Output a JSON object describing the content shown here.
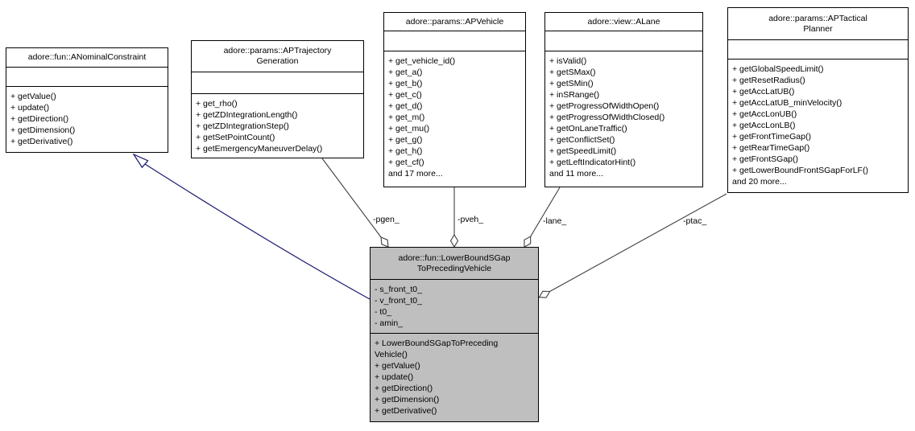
{
  "diagram": {
    "kind": "uml-collaboration-diagram",
    "colors": {
      "background": "#ffffff",
      "node_fill": "#ffffff",
      "highlight_fill": "#bfbfbf",
      "border": "#000000",
      "aggregation_edge": "#3f3f3f",
      "inheritance_edge": "#191970"
    },
    "classes": [
      {
        "name": "adore::fun::ANominalConstraint",
        "title_lines": [
          "adore::fun::ANominalConstraint"
        ],
        "attribute_lines": [],
        "method_lines": [
          "+ getValue()",
          "+ update()",
          "+ getDirection()",
          "+ getDimension()",
          "+ getDerivative()"
        ]
      },
      {
        "name": "adore::params::APTrajectoryGeneration",
        "title_lines": [
          "adore::params::APTrajectory",
          "Generation"
        ],
        "attribute_lines": [],
        "method_lines": [
          "+ get_rho()",
          "+ getZDIntegrationLength()",
          "+ getZDIntegrationStep()",
          "+ getSetPointCount()",
          "+ getEmergencyManeuverDelay()"
        ]
      },
      {
        "name": "adore::params::APVehicle",
        "title_lines": [
          "adore::params::APVehicle"
        ],
        "attribute_lines": [],
        "method_lines": [
          "+ get_vehicle_id()",
          "+ get_a()",
          "+ get_b()",
          "+ get_c()",
          "+ get_d()",
          "+ get_m()",
          "+ get_mu()",
          "+ get_g()",
          "+ get_h()",
          "+ get_cf()",
          "and 17 more..."
        ]
      },
      {
        "name": "adore::view::ALane",
        "title_lines": [
          "adore::view::ALane"
        ],
        "attribute_lines": [],
        "method_lines": [
          "+ isValid()",
          "+ getSMax()",
          "+ getSMin()",
          "+ inSRange()",
          "+ getProgressOfWidthOpen()",
          "+ getProgressOfWidthClosed()",
          "+ getOnLaneTraffic()",
          "+ getConflictSet()",
          "+ getSpeedLimit()",
          "+ getLeftIndicatorHint()",
          "and 11 more..."
        ]
      },
      {
        "name": "adore::params::APTacticalPlanner",
        "title_lines": [
          "adore::params::APTactical",
          "Planner"
        ],
        "attribute_lines": [],
        "method_lines": [
          "+ getGlobalSpeedLimit()",
          "+ getResetRadius()",
          "+ getAccLatUB()",
          "+ getAccLatUB_minVelocity()",
          "+ getAccLonUB()",
          "+ getAccLonLB()",
          "+ getFrontTimeGap()",
          "+ getRearTimeGap()",
          "+ getFrontSGap()",
          "+ getLowerBoundFrontSGapForLF()",
          "and 20 more..."
        ]
      },
      {
        "name": "adore::fun::LowerBoundSGapToPrecedingVehicle",
        "highlighted": true,
        "title_lines": [
          "adore::fun::LowerBoundSGap",
          "ToPrecedingVehicle"
        ],
        "attribute_lines": [
          "- s_front_t0_",
          "- v_front_t0_",
          "- t0_",
          "- amin_"
        ],
        "method_lines": [
          "+ LowerBoundSGapToPreceding",
          "Vehicle()",
          "+ getValue()",
          "+ update()",
          "+ getDirection()",
          "+ getDimension()",
          "+ getDerivative()"
        ]
      }
    ],
    "edges": [
      {
        "label": "-pgen_",
        "relation": "aggregation",
        "from": "adore::params::APTrajectoryGeneration",
        "to": "adore::fun::LowerBoundSGapToPrecedingVehicle"
      },
      {
        "label": "-pveh_",
        "relation": "aggregation",
        "from": "adore::params::APVehicle",
        "to": "adore::fun::LowerBoundSGapToPrecedingVehicle"
      },
      {
        "label": "-lane_",
        "relation": "aggregation",
        "from": "adore::view::ALane",
        "to": "adore::fun::LowerBoundSGapToPrecedingVehicle"
      },
      {
        "label": "-ptac_",
        "relation": "aggregation",
        "from": "adore::params::APTacticalPlanner",
        "to": "adore::fun::LowerBoundSGapToPrecedingVehicle"
      },
      {
        "label": "",
        "relation": "inheritance",
        "from": "adore::fun::LowerBoundSGapToPrecedingVehicle",
        "to": "adore::fun::ANominalConstraint"
      }
    ]
  }
}
